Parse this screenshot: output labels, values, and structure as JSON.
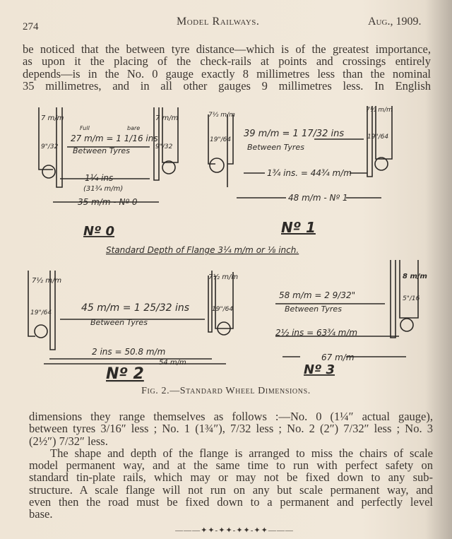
{
  "header": {
    "page_number": "274",
    "title": "Model Railways.",
    "date": "Aug., 1909."
  },
  "top_paragraph": [
    "be noticed that the between tyre distance—which is of the greatest importance,",
    "as upon it the placing of the check-rails at points and crossings entirely",
    "depends—is in the No. 0 gauge exactly 8 millimetres less than the nominal",
    "35 millimetres, and in all other gauges 9 millimetres less.  In English"
  ],
  "figure": {
    "caption": "Fig. 2.—Standard Wheel Dimensions.",
    "flange_note": "Standard Depth of Flange  3¼ m/m or ⅛ inch.",
    "no0": {
      "label": "Nº 0",
      "tyre_mm": "7 m/m",
      "tyre_in": "9\"/32",
      "full": "Full",
      "bare": "bare",
      "between": "27 m/m = 1 1/16 ins",
      "between_label": "Between Tyres",
      "check": "1¼ ins",
      "check_mm": "(31¾ m/m)",
      "gauge": "35 m/m - Nº 0"
    },
    "no1": {
      "label": "Nº 1",
      "tyre_mm": "7½ m/m",
      "tyre_in": "19\"/64",
      "between": "39 m/m = 1 17/32 ins",
      "between_label": "Between Tyres",
      "check": "1¾ ins. = 44¾ m/m",
      "gauge": "48 m/m - Nº 1"
    },
    "no2": {
      "label": "Nº 2",
      "tyre_mm": "7½ m/m",
      "tyre_in": "19\"/64",
      "between": "45 m/m = 1 25/32 ins",
      "between_label": "Between Tyres",
      "check": "2 ins = 50.8 m/m",
      "gauge": "54 m/m"
    },
    "no3": {
      "label": "Nº 3",
      "tyre_mm": "8 m/m",
      "tyre_in": "5\"/16",
      "between": "58 m/m = 2 9/32\"",
      "between_label": "Between Tyres",
      "check": "2½ ins = 63¾ m/m",
      "gauge": "67 m/m"
    }
  },
  "bottom_paragraph": [
    "dimensions they range themselves as follows :—No. 0 (1¼″ actual gauge),",
    "between tyres 3/16″ less ;  No. 1 (1¾″), 7/32 less ;  No. 2 (2″) 7/32″ less ;  No. 3",
    "(2½″) 7/32″ less.",
    "The shape and depth of the flange is arranged to miss the chairs of scale",
    "model permanent way, and at the same time to run with perfect safety on",
    "standard tin-plate rails, which may or may not be fixed down to any sub-",
    "structure.  A scale flange will not run on any but scale permanent way, and",
    "even then the road must be fixed down to a permanent and perfectly level",
    "base."
  ],
  "ornament": "———✦✦-✦✦-✦✦-✦✦———"
}
